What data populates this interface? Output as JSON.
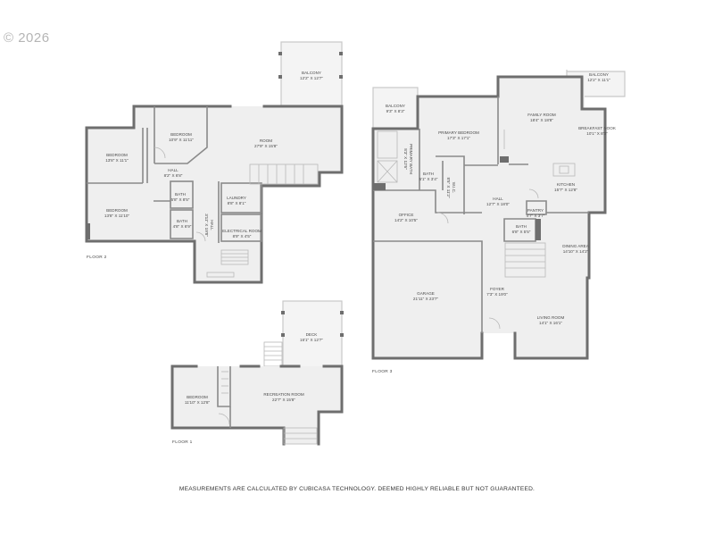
{
  "copyright": "© 2026",
  "floors": [
    {
      "label": "FLOOR 2",
      "rooms": [
        {
          "name": "BALCONY",
          "dims": "12'2\" x 12'7\""
        },
        {
          "name": "BEDROOM",
          "dims": "10'9\" x 11'11\""
        },
        {
          "name": "ROOM",
          "dims": "27'9\" x 15'8\""
        },
        {
          "name": "BEDROOM",
          "dims": "13'8\" x 11'1\""
        },
        {
          "name": "HALL",
          "dims": "8'2\" x 6'8\""
        },
        {
          "name": "BEDROOM",
          "dims": "13'8\" x 11'10\""
        },
        {
          "name": "BATH",
          "dims": "5'8\" x 8'5\""
        },
        {
          "name": "BATH",
          "dims": "4'8\" x 6'9\""
        },
        {
          "name": "LAUNDRY",
          "dims": "8'8\" x 8'1\""
        },
        {
          "name": "ELECTRICAL ROOM",
          "dims": "8'9\" x 4'5\""
        },
        {
          "name": "HALL",
          "dims": "3'11\" x 19'8\""
        }
      ]
    },
    {
      "label": "FLOOR 1",
      "rooms": [
        {
          "name": "DECK",
          "dims": "16'1\" x 12'7\""
        },
        {
          "name": "BEDROOM",
          "dims": "11'10\" x 12'8\""
        },
        {
          "name": "RECREATION ROOM",
          "dims": "22'7\" x 15'8\""
        }
      ]
    },
    {
      "label": "FLOOR 3",
      "rooms": [
        {
          "name": "BALCONY",
          "dims": "9'3\" x 8'3\""
        },
        {
          "name": "PRIMARY BEDROOM",
          "dims": "17'3\" x 17'1\""
        },
        {
          "name": "PRIMARY BATH",
          "dims": "8'3\" x 12'6\""
        },
        {
          "name": "BATH",
          "dims": "5'1\" x 3'4\""
        },
        {
          "name": "W.I.C.",
          "dims": "8'5\" x 11'2\""
        },
        {
          "name": "BALCONY",
          "dims": "12'2\" x 11'1\""
        },
        {
          "name": "FAMILY ROOM",
          "dims": "18'4\" x 18'8\""
        },
        {
          "name": "BREAKFAST NOOK",
          "dims": "10'1\" x 8'3\""
        },
        {
          "name": "KITCHEN",
          "dims": "15'7\" x 12'8\""
        },
        {
          "name": "HALL",
          "dims": "12'7\" x 18'0\""
        },
        {
          "name": "PANTRY",
          "dims": "4'7\" x 3'7\""
        },
        {
          "name": "OFFICE",
          "dims": "14'2\" x 10'5\""
        },
        {
          "name": "BATH",
          "dims": "6'8\" x 5'5\""
        },
        {
          "name": "DINING AREA",
          "dims": "14'10\" x 14'2\""
        },
        {
          "name": "GARAGE",
          "dims": "21'11\" x 23'7\""
        },
        {
          "name": "FOYER",
          "dims": "7'3\" x 19'0\""
        },
        {
          "name": "LIVING ROOM",
          "dims": "14'1\" x 16'1\""
        }
      ]
    }
  ],
  "disclaimer": "MEASUREMENTS ARE CALCULATED BY CUBICASA TECHNOLOGY. DEEMED HIGHLY RELIABLE BUT NOT GUARANTEED."
}
